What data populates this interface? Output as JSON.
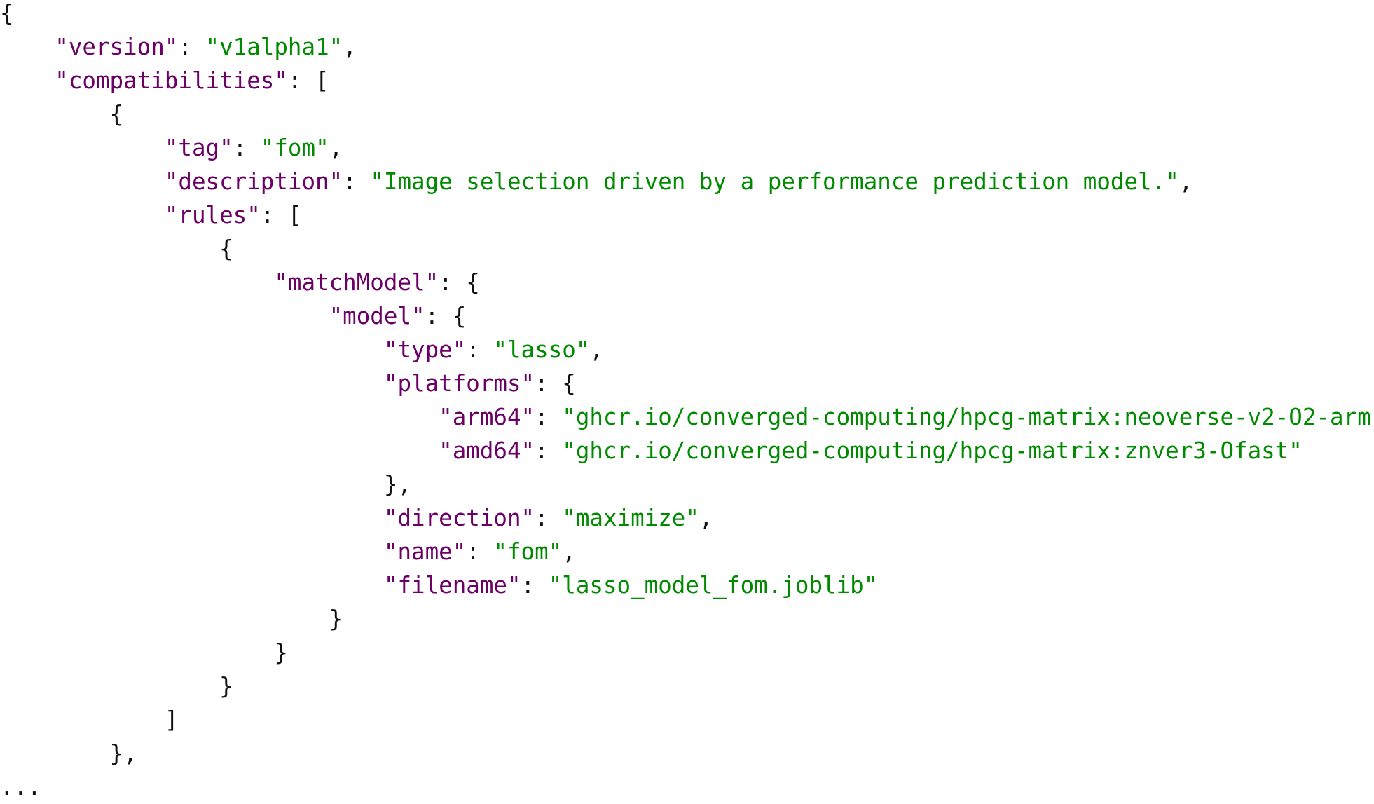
{
  "colors": {
    "key": "#6b0066",
    "string": "#008a00",
    "punctuation": "#111111"
  },
  "lines": [
    {
      "indent": 0,
      "tokens": [
        {
          "t": "p",
          "v": "{"
        }
      ]
    },
    {
      "indent": 1,
      "tokens": [
        {
          "t": "k",
          "v": "\"version\""
        },
        {
          "t": "p",
          "v": ": "
        },
        {
          "t": "s",
          "v": "\"v1alpha1\""
        },
        {
          "t": "p",
          "v": ","
        }
      ]
    },
    {
      "indent": 1,
      "tokens": [
        {
          "t": "k",
          "v": "\"compatibilities\""
        },
        {
          "t": "p",
          "v": ": ["
        }
      ]
    },
    {
      "indent": 2,
      "tokens": [
        {
          "t": "p",
          "v": "{"
        }
      ]
    },
    {
      "indent": 3,
      "tokens": [
        {
          "t": "k",
          "v": "\"tag\""
        },
        {
          "t": "p",
          "v": ": "
        },
        {
          "t": "s",
          "v": "\"fom\""
        },
        {
          "t": "p",
          "v": ","
        }
      ]
    },
    {
      "indent": 3,
      "tokens": [
        {
          "t": "k",
          "v": "\"description\""
        },
        {
          "t": "p",
          "v": ": "
        },
        {
          "t": "s",
          "v": "\"Image selection driven by a performance prediction model.\""
        },
        {
          "t": "p",
          "v": ","
        }
      ]
    },
    {
      "indent": 3,
      "tokens": [
        {
          "t": "k",
          "v": "\"rules\""
        },
        {
          "t": "p",
          "v": ": ["
        }
      ]
    },
    {
      "indent": 4,
      "tokens": [
        {
          "t": "p",
          "v": "{"
        }
      ]
    },
    {
      "indent": 5,
      "tokens": [
        {
          "t": "k",
          "v": "\"matchModel\""
        },
        {
          "t": "p",
          "v": ": {"
        }
      ]
    },
    {
      "indent": 6,
      "tokens": [
        {
          "t": "k",
          "v": "\"model\""
        },
        {
          "t": "p",
          "v": ": {"
        }
      ]
    },
    {
      "indent": 7,
      "tokens": [
        {
          "t": "k",
          "v": "\"type\""
        },
        {
          "t": "p",
          "v": ": "
        },
        {
          "t": "s",
          "v": "\"lasso\""
        },
        {
          "t": "p",
          "v": ","
        }
      ]
    },
    {
      "indent": 7,
      "tokens": [
        {
          "t": "k",
          "v": "\"platforms\""
        },
        {
          "t": "p",
          "v": ": {"
        }
      ]
    },
    {
      "indent": 8,
      "tokens": [
        {
          "t": "k",
          "v": "\"arm64\""
        },
        {
          "t": "p",
          "v": ": "
        },
        {
          "t": "s",
          "v": "\"ghcr.io/converged-computing/hpcg-matrix:neoverse-v2-O2-arm\""
        },
        {
          "t": "p",
          "v": ","
        }
      ]
    },
    {
      "indent": 8,
      "tokens": [
        {
          "t": "k",
          "v": "\"amd64\""
        },
        {
          "t": "p",
          "v": ": "
        },
        {
          "t": "s",
          "v": "\"ghcr.io/converged-computing/hpcg-matrix:znver3-Ofast\""
        }
      ]
    },
    {
      "indent": 7,
      "tokens": [
        {
          "t": "p",
          "v": "},"
        }
      ]
    },
    {
      "indent": 7,
      "tokens": [
        {
          "t": "k",
          "v": "\"direction\""
        },
        {
          "t": "p",
          "v": ": "
        },
        {
          "t": "s",
          "v": "\"maximize\""
        },
        {
          "t": "p",
          "v": ","
        }
      ]
    },
    {
      "indent": 7,
      "tokens": [
        {
          "t": "k",
          "v": "\"name\""
        },
        {
          "t": "p",
          "v": ": "
        },
        {
          "t": "s",
          "v": "\"fom\""
        },
        {
          "t": "p",
          "v": ","
        }
      ]
    },
    {
      "indent": 7,
      "tokens": [
        {
          "t": "k",
          "v": "\"filename\""
        },
        {
          "t": "p",
          "v": ": "
        },
        {
          "t": "s",
          "v": "\"lasso_model_fom.joblib\""
        }
      ]
    },
    {
      "indent": 6,
      "tokens": [
        {
          "t": "p",
          "v": "}"
        }
      ]
    },
    {
      "indent": 5,
      "tokens": [
        {
          "t": "p",
          "v": "}"
        }
      ]
    },
    {
      "indent": 4,
      "tokens": [
        {
          "t": "p",
          "v": "}"
        }
      ]
    },
    {
      "indent": 3,
      "tokens": [
        {
          "t": "p",
          "v": "]"
        }
      ]
    },
    {
      "indent": 2,
      "tokens": [
        {
          "t": "p",
          "v": "},"
        }
      ]
    },
    {
      "indent": 0,
      "tokens": [
        {
          "t": "p",
          "v": "..."
        }
      ]
    }
  ]
}
